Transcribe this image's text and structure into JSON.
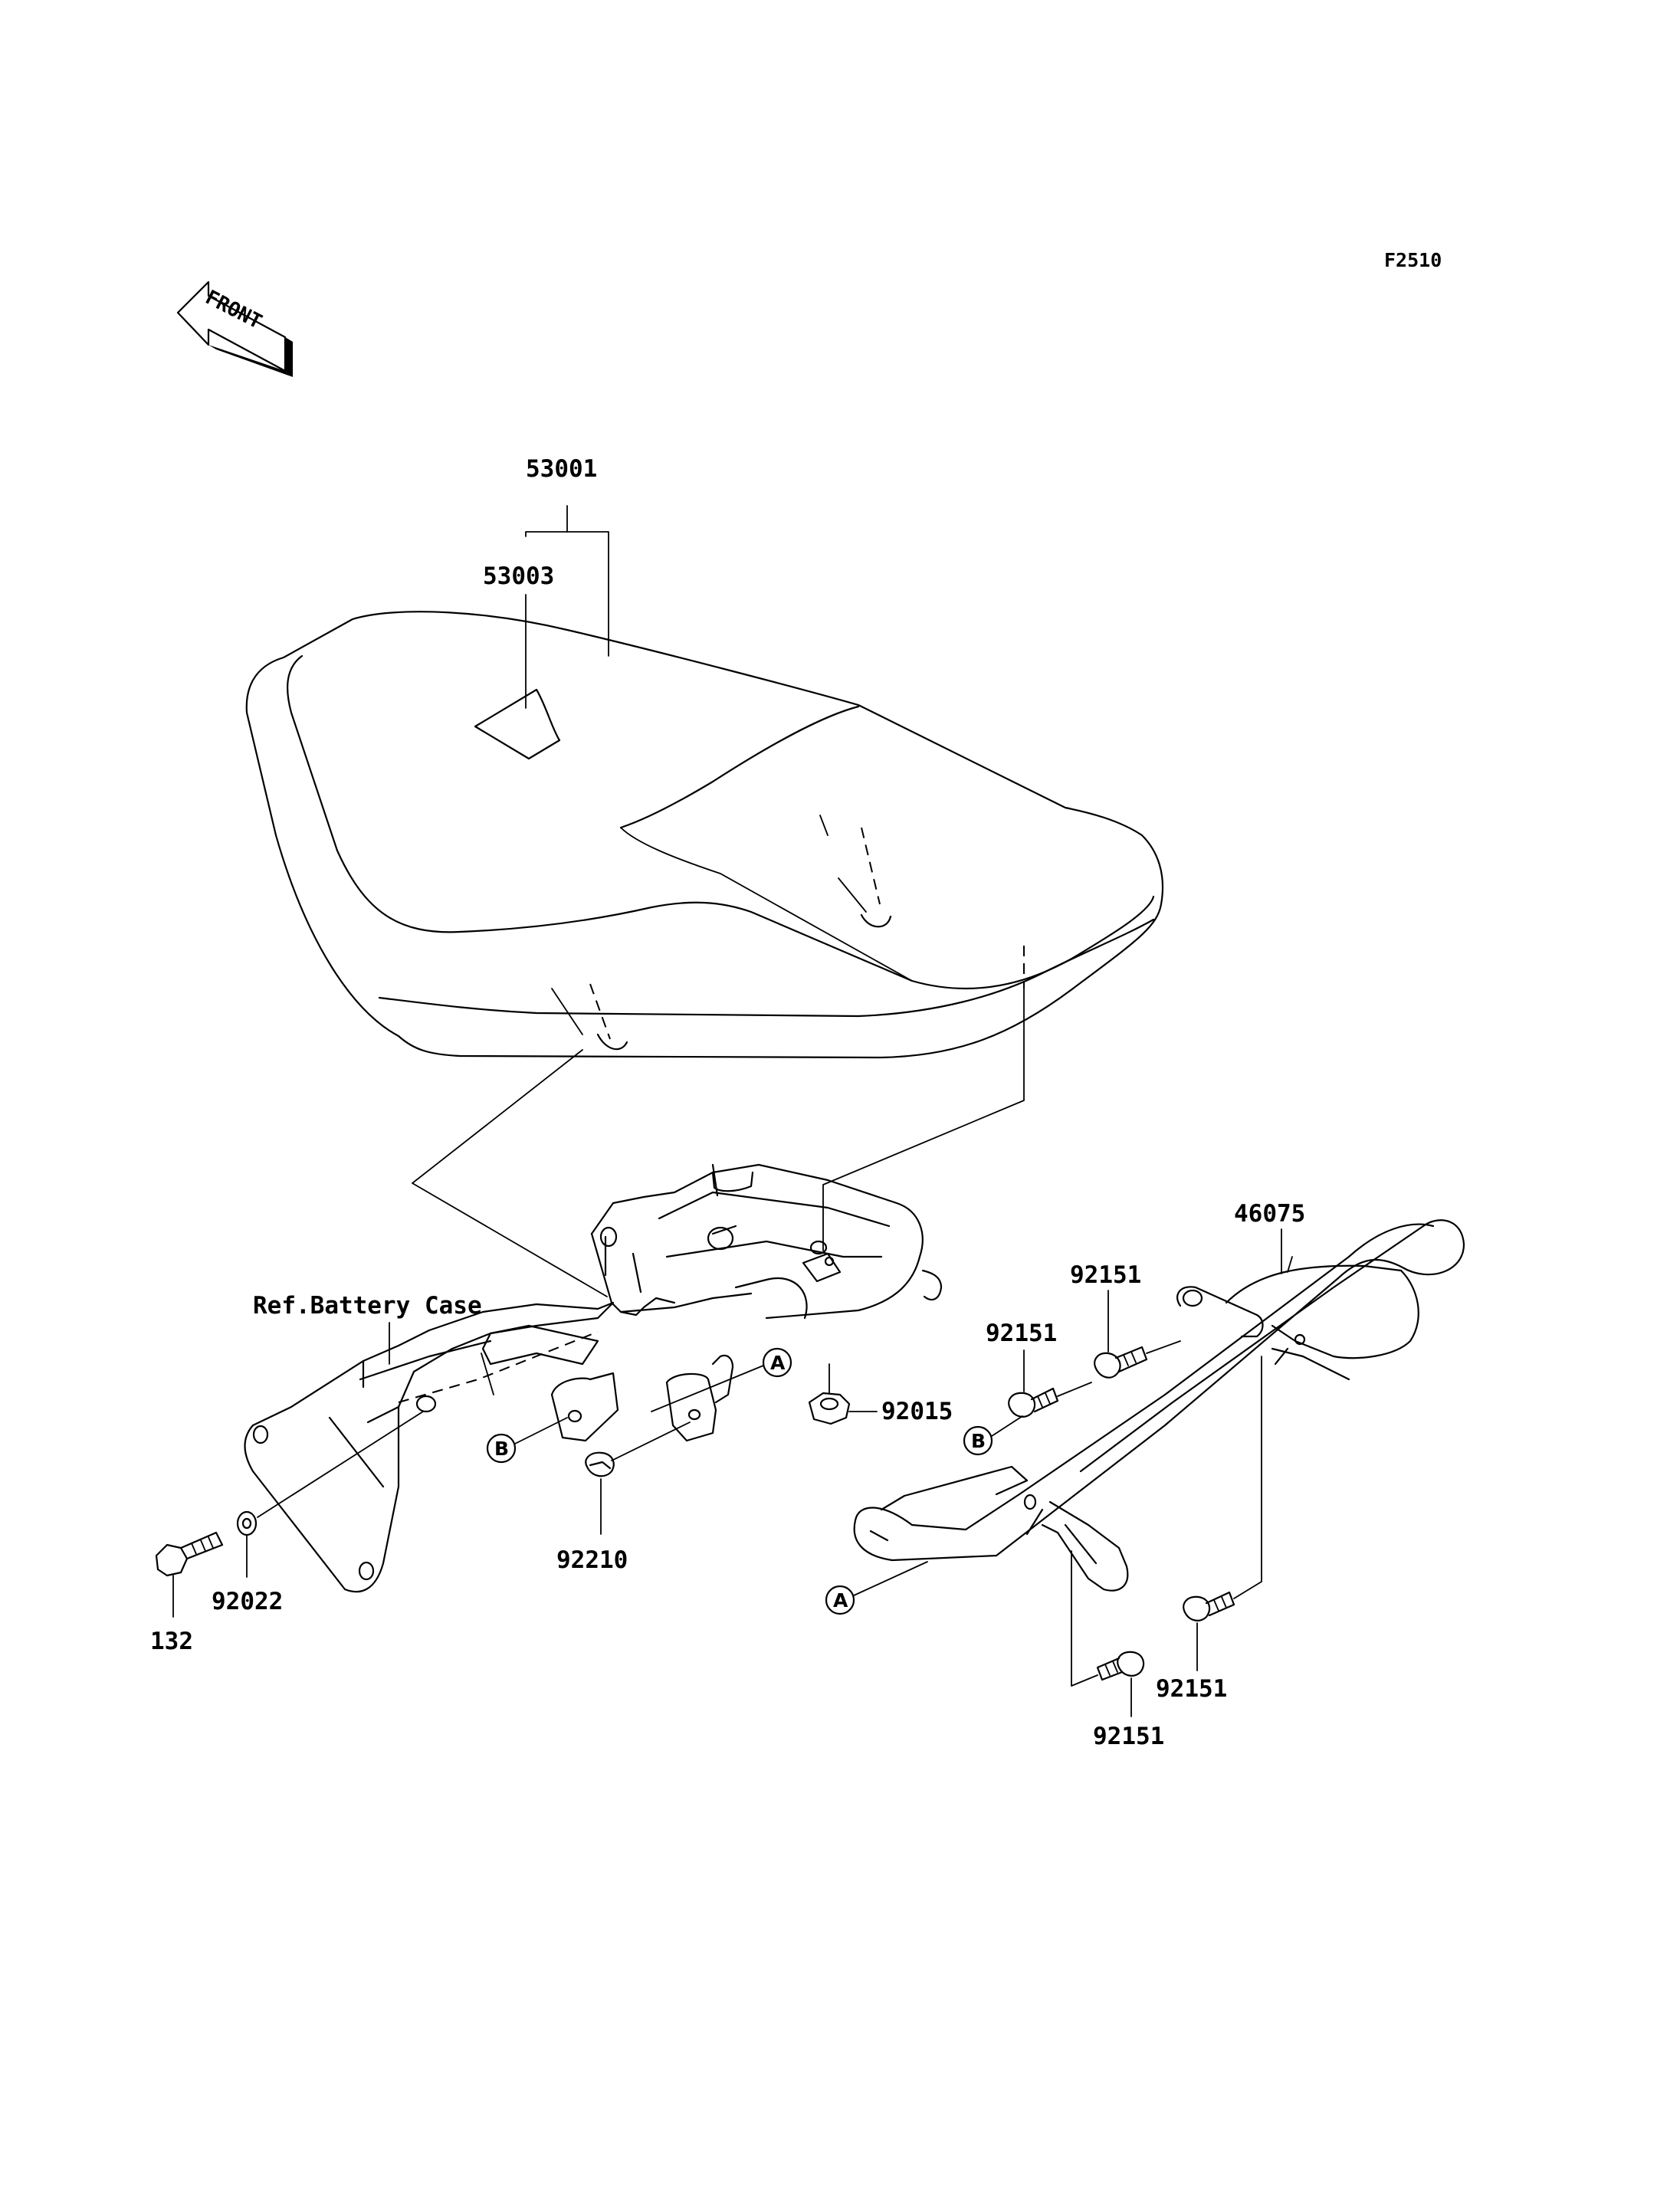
{
  "diagram": {
    "code": "F2510",
    "front_label": "FRONT",
    "ref_label": "Ref.Battery Case",
    "parts": [
      {
        "id": "p53001",
        "number": "53001"
      },
      {
        "id": "p53003",
        "number": "53003"
      },
      {
        "id": "p46075",
        "number": "46075"
      },
      {
        "id": "p92151a",
        "number": "92151"
      },
      {
        "id": "p92151b",
        "number": "92151"
      },
      {
        "id": "p92015",
        "number": "92015"
      },
      {
        "id": "p92210",
        "number": "92210"
      },
      {
        "id": "p92022",
        "number": "92022"
      },
      {
        "id": "p132",
        "number": "132"
      },
      {
        "id": "p92151c",
        "number": "92151"
      },
      {
        "id": "p92151d",
        "number": "92151"
      }
    ],
    "markers": [
      {
        "id": "mA1",
        "letter": "A"
      },
      {
        "id": "mB1",
        "letter": "B"
      },
      {
        "id": "mB2",
        "letter": "B"
      },
      {
        "id": "mA2",
        "letter": "A"
      }
    ]
  }
}
